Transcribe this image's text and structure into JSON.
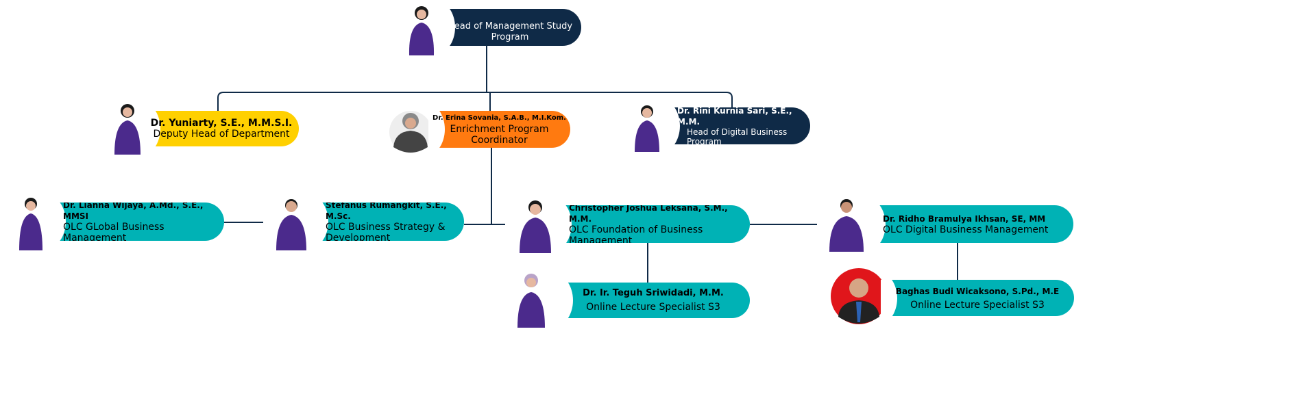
{
  "colors": {
    "navy": "#0f2a47",
    "yellow": "#ffd000",
    "orange": "#ff7a10",
    "teal": "#00b2b5",
    "line": "#0f2a47"
  },
  "nodes": {
    "head": {
      "name": "",
      "role": "Head of Management Study Program"
    },
    "deputy": {
      "name": "Dr. Yuniarty, S.E., M.M.S.I.",
      "role": "Deputy Head of Department"
    },
    "enrichment": {
      "name": "Dr. Erina Sovania, S.A.B., M.I.Kom.",
      "role": "Enrichment Program Coordinator"
    },
    "digital": {
      "name": "Dr. Rini Kurnia Sari, S.E., M.M.",
      "role": "Head of Digital Business Program"
    },
    "global": {
      "name": "Dr. Lianna Wijaya, A.Md., S.E., MMSI",
      "role": "OLC GLobal Business Management"
    },
    "strategy": {
      "name": "Stefanus Rumangkit, S.E., M.Sc.",
      "role": "OLC Business Strategy & Development"
    },
    "foundation": {
      "name": "Christopher Joshua Leksana, S.M., M.M.",
      "role": "OLC Foundation of Business Management"
    },
    "digitalolc": {
      "name": "Dr. Ridho Bramulya Ikhsan, SE, MM",
      "role": "OLC Digital Business Management"
    },
    "teguh": {
      "name": "Dr. Ir. Teguh Sriwidadi, M.M.",
      "role": "Online Lecture Specialist S3"
    },
    "baghas": {
      "name": "Baghas Budi Wicaksono, S.Pd., M.E",
      "role": "Online Lecture Specialist S3"
    }
  }
}
